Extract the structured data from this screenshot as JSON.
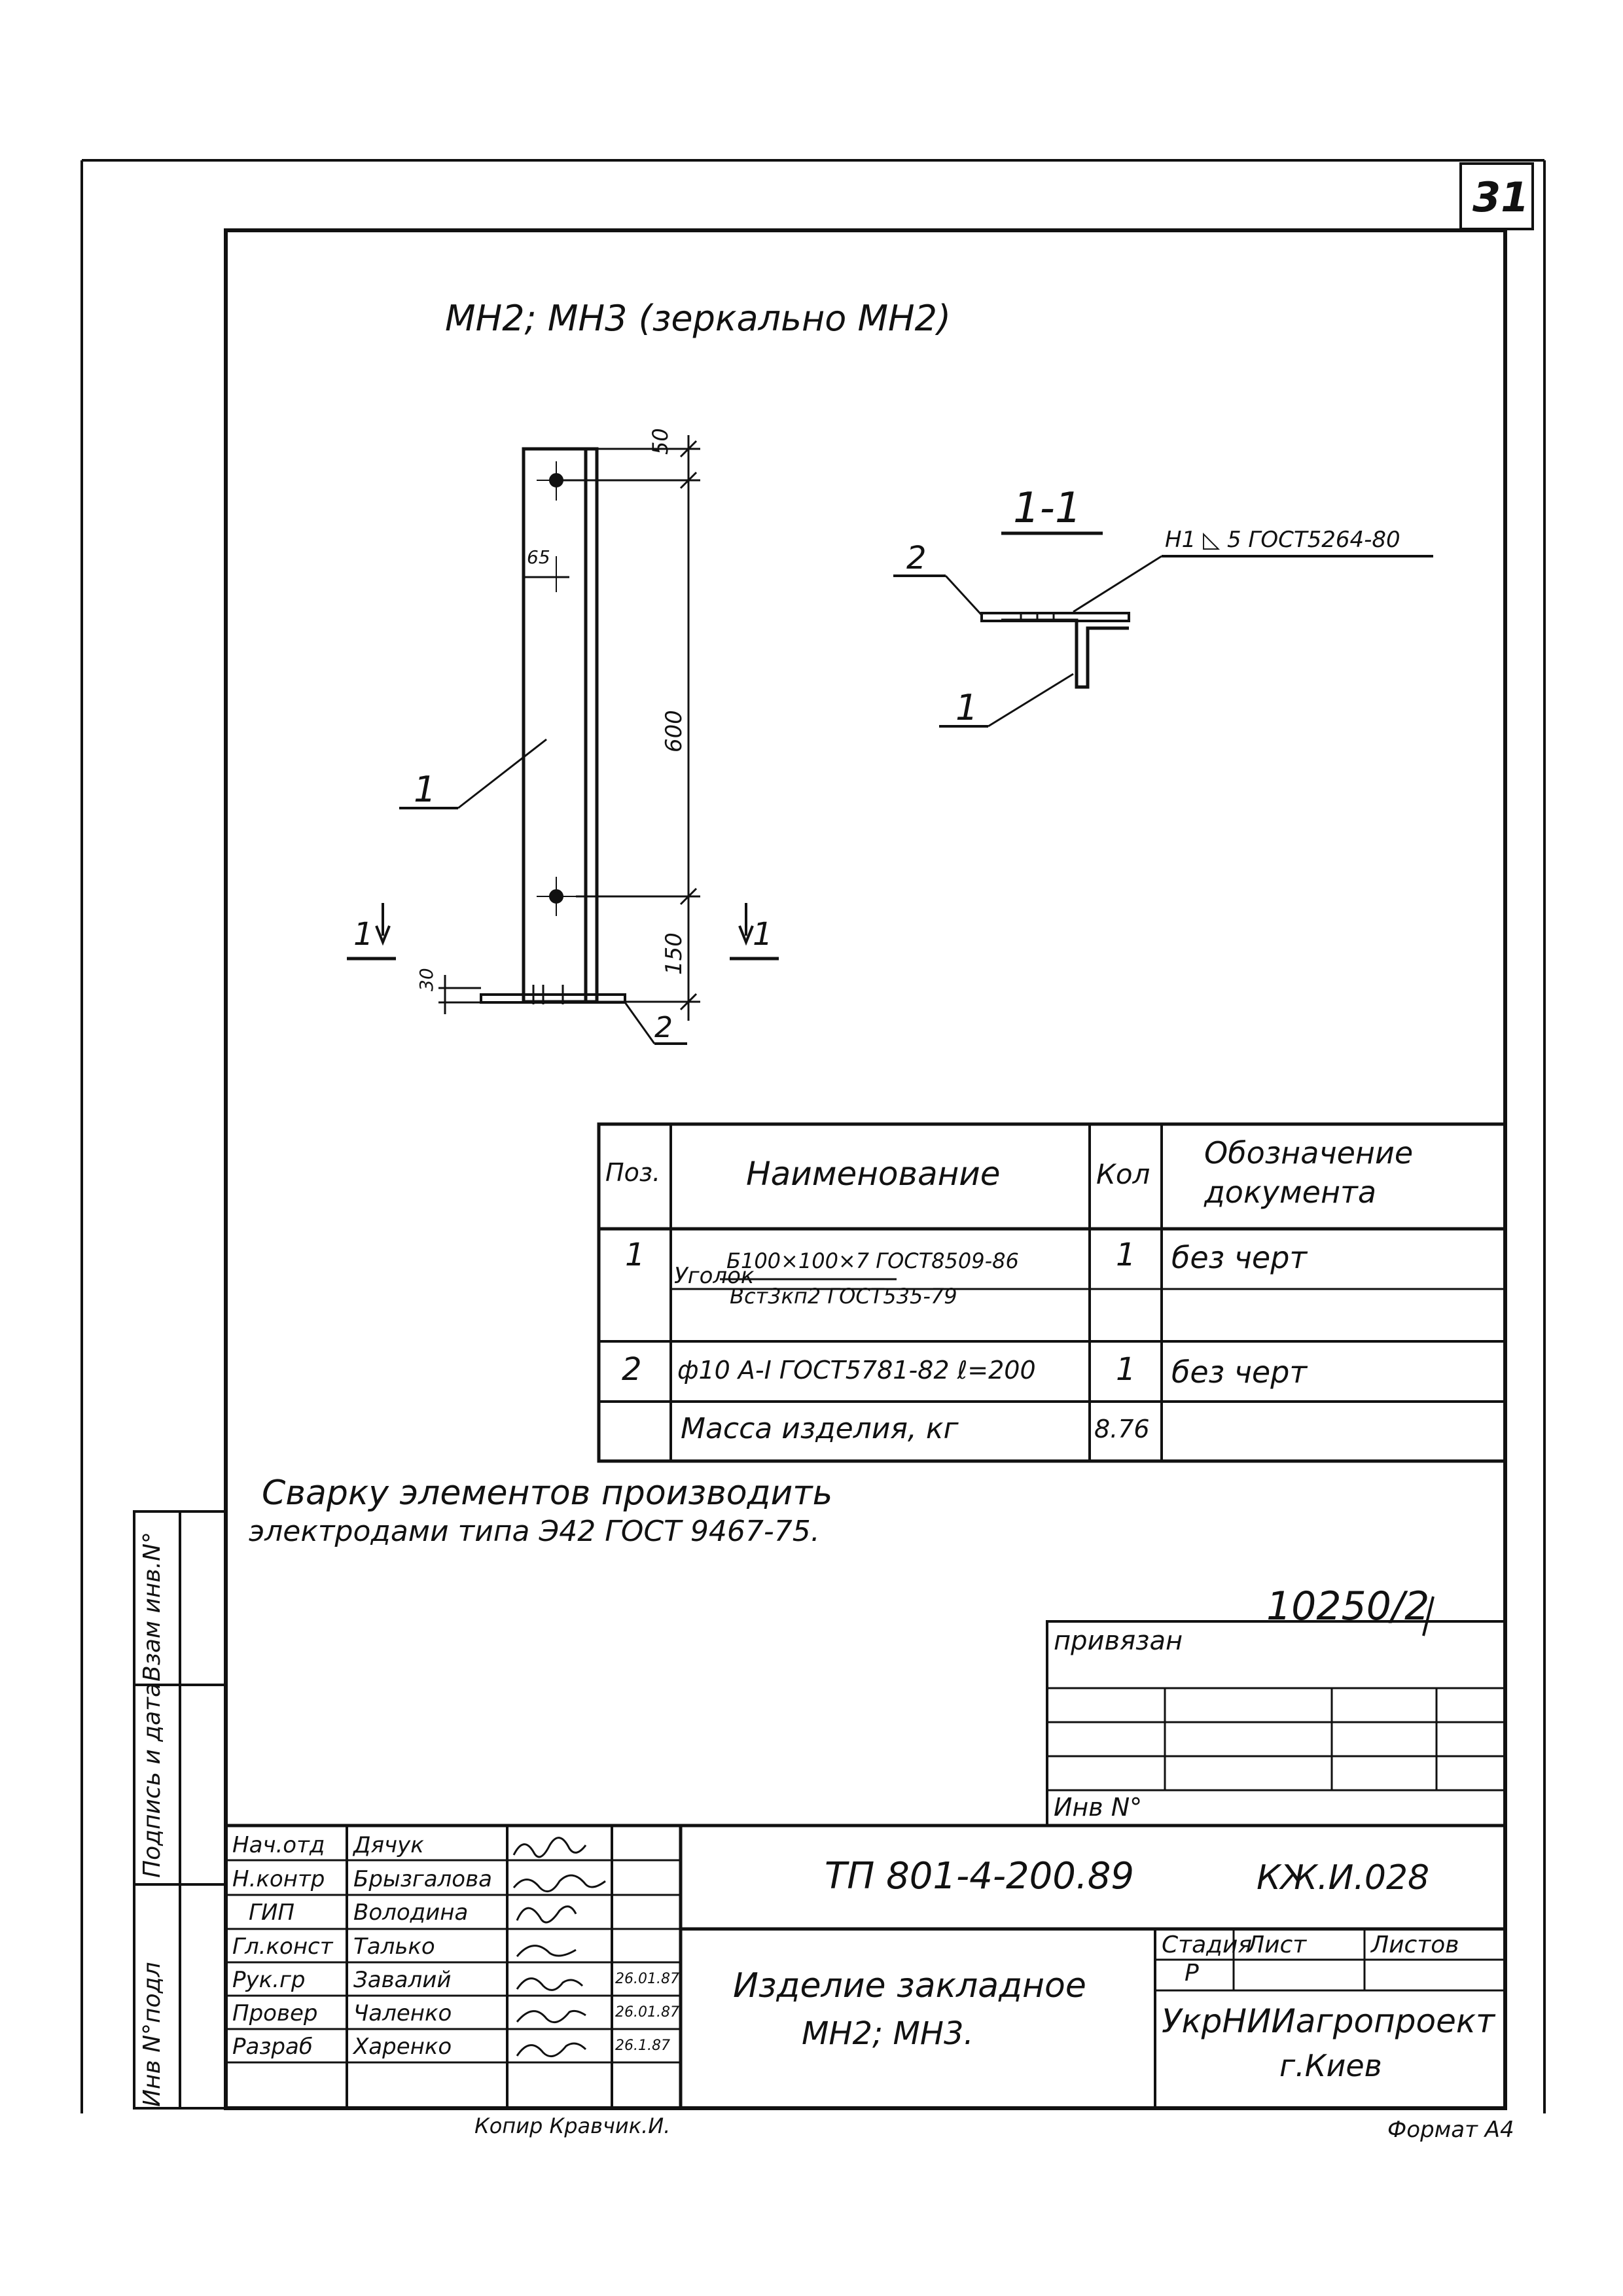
{
  "sheet_number": "31",
  "drawing_title": "МН2; МН3 (зеркально МН2)",
  "section_label": "1-1",
  "weld_note": "Н1 ◺ 5 ГОСТ5264-80",
  "dimensions": {
    "top_offset": "50",
    "edge_offset": "65",
    "length": "600",
    "bottom_offset": "150",
    "rod_offset": "30"
  },
  "position_labels": {
    "angle": "1",
    "rod": "2"
  },
  "section_marks": [
    "1",
    "1"
  ],
  "spec_table": {
    "headers": {
      "pos": "Поз.",
      "name": "Наименование",
      "qty": "Кол",
      "doc_line1": "Обозначение",
      "doc_line2": "документа"
    },
    "rows": [
      {
        "pos": "1",
        "name_prefix": "Уголок",
        "name_top": "Б100×100×7 ГОСТ8509-86",
        "name_bottom": "Вст3кп2 ГОСТ535-79",
        "qty": "1",
        "doc": "без черт"
      },
      {
        "pos": "2",
        "name": "ф10 А-I ГОСТ5781-82 ℓ=200",
        "qty": "1",
        "doc": "без черт"
      }
    ],
    "mass_label": "Масса изделия, кг",
    "mass_value": "8.76"
  },
  "welding_note": {
    "line1": "Сварку элементов производить",
    "line2": "электродами типа   Э42  ГОСТ 9467-75."
  },
  "reference_number": "10250/2",
  "binding_block": {
    "label": "привязан",
    "inv_label": "Инв N°"
  },
  "side_stamp": [
    "Инв N°подл",
    "Подпись и дата",
    "Взам инв.N°"
  ],
  "title_block": {
    "code": "ТП  801-4-200.89",
    "mark": "КЖ.И.028",
    "name_line1": "Изделие закладное",
    "name_line2": "МН2; МН3.",
    "stage_header": "Стадия",
    "sheet_header": "Лист",
    "sheets_header": "Листов",
    "stage_value": "Р",
    "organization": "УкрНИИагропроект",
    "city": "г.Киев",
    "signatures": [
      {
        "role": "Нач.отд",
        "name": "Дячук",
        "date": ""
      },
      {
        "role": "Н.контр",
        "name": "Брызгалова",
        "date": ""
      },
      {
        "role": "ГИП",
        "name": "Володина",
        "date": ""
      },
      {
        "role": "Гл.конст",
        "name": "Талько",
        "date": ""
      },
      {
        "role": "Рук.гр",
        "name": "Завалий",
        "date": "26.01.87"
      },
      {
        "role": "Провер",
        "name": "Чаленко",
        "date": "26.01.87"
      },
      {
        "role": "Разраб",
        "name": "Харенко",
        "date": "26.1.87"
      }
    ]
  },
  "footer": {
    "copied": "Копир Кравчик.И.",
    "format": "Формат А4"
  }
}
